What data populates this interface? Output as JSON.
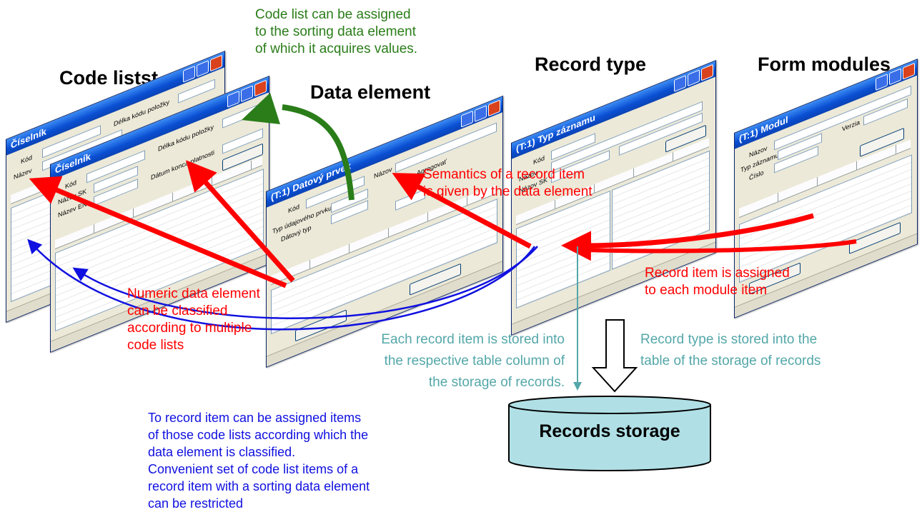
{
  "titles": {
    "code_lists": "Code listst",
    "data_element": "Data element",
    "record_type": "Record type",
    "form_modules": "Form modules"
  },
  "windows": {
    "code_list_back": "Číselník",
    "code_list_front": "Číselník",
    "data_element": "(T:1) Datový prvek",
    "record_type": "(T:1) Typ záznamu",
    "module": "(T:1) Modul"
  },
  "annotations": {
    "code_list_assign": [
      "Code list can be assigned",
      "to the sorting data element",
      "of which it acquires values."
    ],
    "semantics": [
      "Semantics of a record item",
      "is given by the data element"
    ],
    "record_item_assigned": [
      "Record item is assigned",
      "to each module item"
    ],
    "numeric_classified": [
      "Numeric data element",
      "can be classified",
      "according to multiple",
      "code lists"
    ],
    "record_item_stored": [
      "Each record item is stored into",
      "the respective table column of",
      "the storage of records."
    ],
    "record_type_stored": [
      "Record type is stored into the",
      "table of the storage of records"
    ],
    "restriction": [
      "To record item can be assigned items",
      "of those code lists according which the",
      "data element is classified.",
      "Convenient set of code list items of a",
      "record item with a sorting data element",
      "can be restricted"
    ]
  },
  "storage_label": "Records storage",
  "colors": {
    "green": "#2a7d19",
    "red": "#ff0000",
    "teal": "#54a7a9",
    "blue": "#1010e0",
    "cylinder_fill": "#b0e0e6"
  }
}
